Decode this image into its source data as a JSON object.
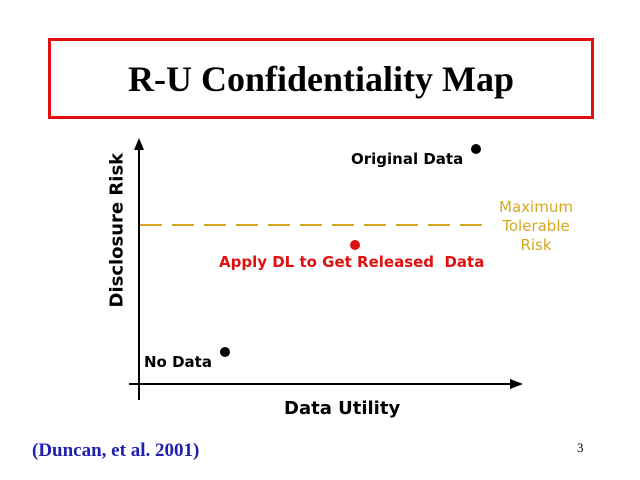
{
  "title": "R-U Confidentiality Map",
  "diagram": {
    "y_axis_label": "Disclosure Risk",
    "x_axis_label": "Data Utility",
    "threshold_label": [
      "Maximum",
      "Tolerable",
      "Risk"
    ],
    "points": [
      {
        "label": "Original Data",
        "color": "#000000"
      },
      {
        "label": "Apply DL to Get Released  Data",
        "color": "#e01010"
      },
      {
        "label": "No Data",
        "color": "#000000"
      }
    ],
    "threshold_color": "#d4a820"
  },
  "citation": "(Duncan, et al. 2001)",
  "page_number": "3"
}
